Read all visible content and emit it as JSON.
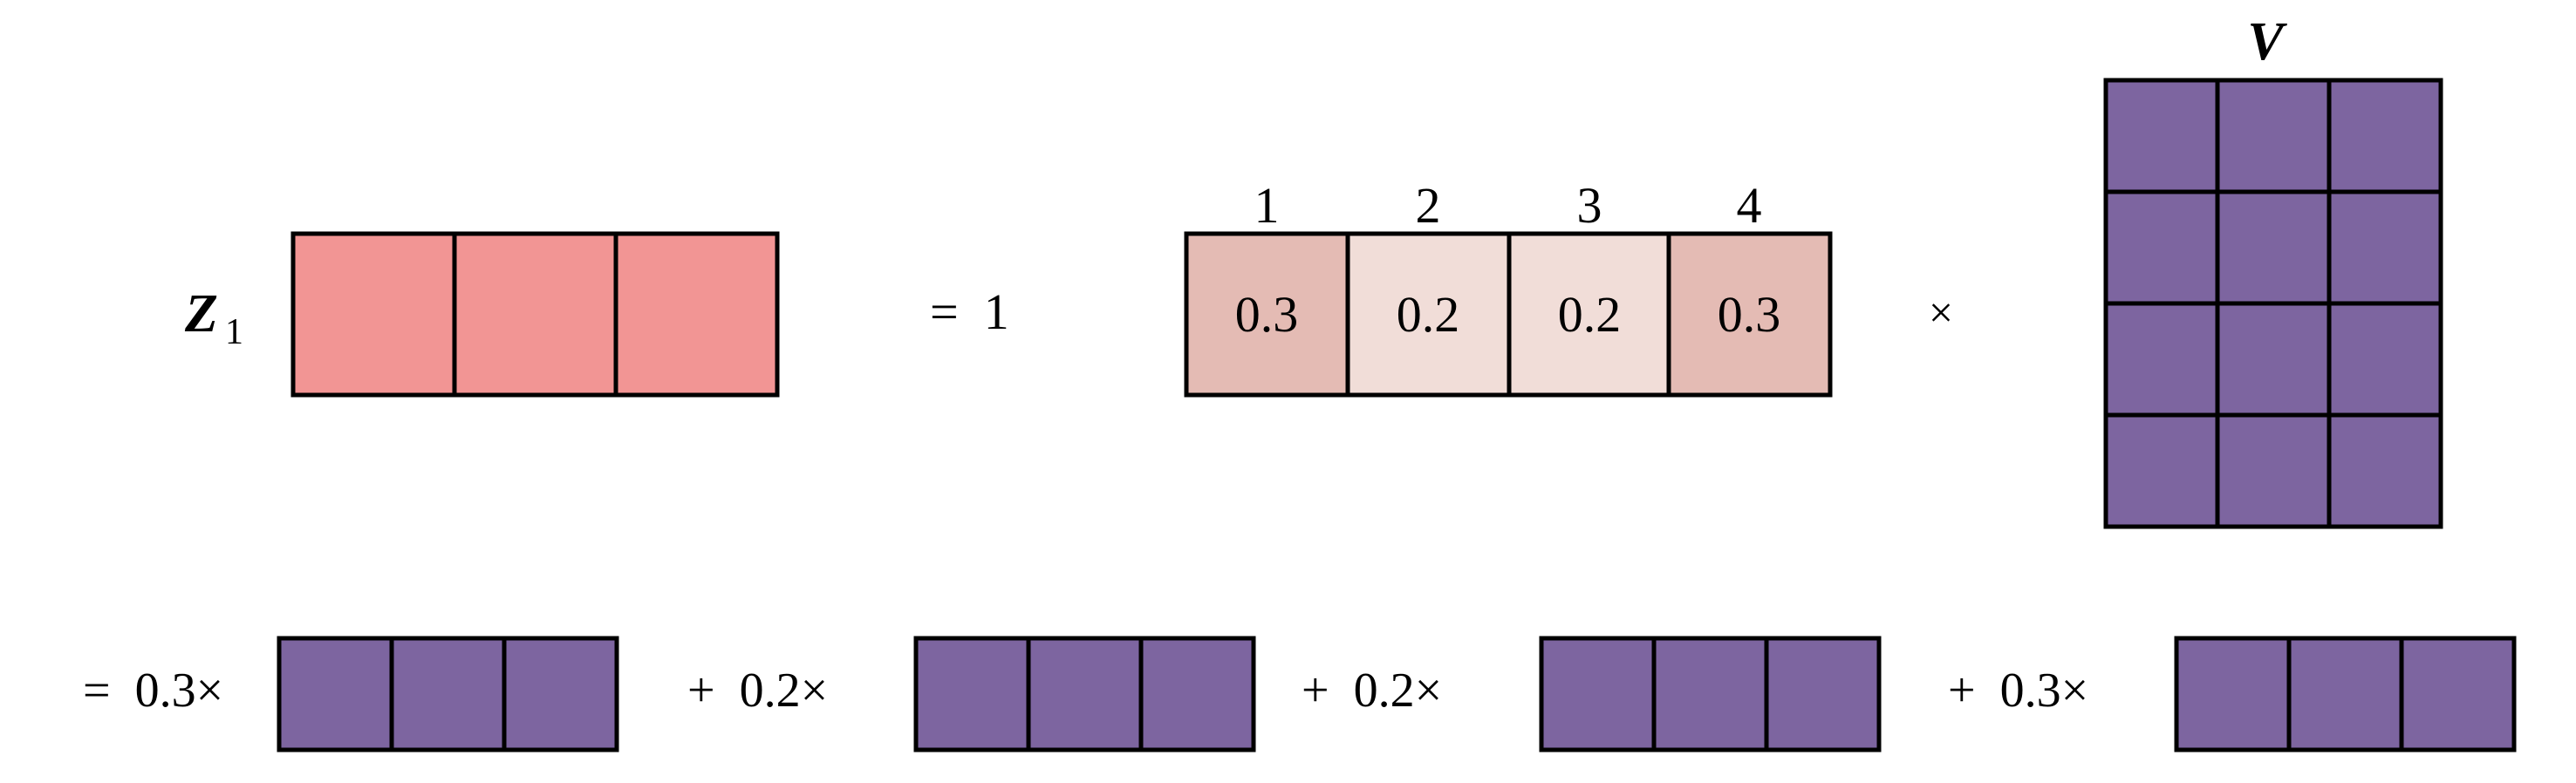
{
  "z_label": {
    "letter": "Z",
    "subscript": "1"
  },
  "v_label": "V",
  "equals_one": "=  1",
  "times_sign": "×",
  "column_indices": [
    "1",
    "2",
    "3",
    "4"
  ],
  "weights": [
    "0.3",
    "0.2",
    "0.2",
    "0.3"
  ],
  "sum_terms": [
    {
      "prefix": "=  0.3×"
    },
    {
      "prefix": "+  0.2×"
    },
    {
      "prefix": "+  0.2×"
    },
    {
      "prefix": "+  0.3×"
    }
  ],
  "colors": {
    "z_cell": "#f29594",
    "v_cell": "#7d65a0",
    "weight_high": "#e4bbb4",
    "weight_low": "#f1ddd8",
    "stroke": "#000000"
  },
  "v_matrix": {
    "rows": 4,
    "cols": 3
  },
  "z_vector_cells": 3
}
